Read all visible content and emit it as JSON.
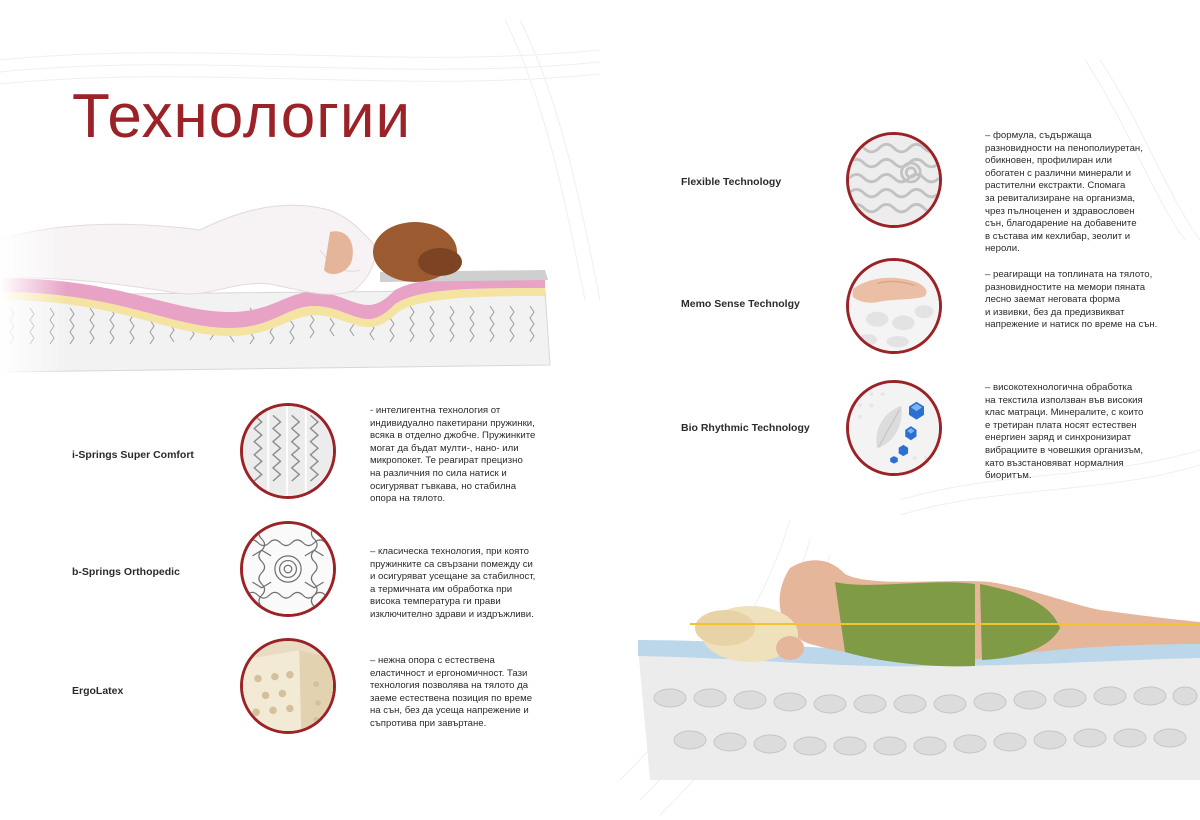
{
  "page_title": "Технологии",
  "colors": {
    "accent": "#9b2226",
    "text": "#2b2b2b",
    "mattress_pink": "#e7a2c6",
    "mattress_blue": "#bcd7ea",
    "body_green": "#7f9b45"
  },
  "left_items": [
    {
      "name": "i-Springs Super Comfort",
      "icon": "pocket-springs-icon",
      "text": "- интелигентна технология от\nиндивидуално пакетирани пружинки,\nвсяка в отделно джобче. Пружинките\nмогат да бъдат мулти-, нано- или\nмикропокет. Те реагират прецизно\nна различния по сила натиск и\nосигуряват гъвкава, но стабилна\nопора на тялото."
    },
    {
      "name": "b-Springs Orthopedic",
      "icon": "bonnell-springs-icon",
      "text": "– класическа технология, при която\nпружинките са свързани помежду си\nи осигуряват усещане за стабилност,\nа термичната им обработка при\nвисока температура ги прави\nизключително здрави и издръжливи."
    },
    {
      "name": "ErgoLatex",
      "icon": "latex-foam-icon",
      "text": "– нежна опора с естествена\nеластичност и ергономичност. Тази\nтехнология позволява на тялото да\nзаеме естествена позиция по време\nна сън, без да усеща напрежение и\nсъпротива при завъртане."
    }
  ],
  "right_items": [
    {
      "name": "Flexible Technology",
      "icon": "profiled-foam-icon",
      "text": "– формула, съдържаща\nразновидности на пенополиуретан,\nобикновен, профилиран или\nобогатен с различни минерали и\nрастителни екстракти. Спомага\nза ревитализиране на организма,\nчрез пълноценен и здравословен\nсън, благодарение на добавените\nв състава им кехлибар, зеолит и\nнероли."
    },
    {
      "name": "Memo Sense Technolgy",
      "icon": "memory-foam-hand-icon",
      "text": "– реагиращи на топлината на тялото,\nразновидностите на мемори пяната\nлесно заемат неговата форма\nи извивки, без да предизвикват\nнапрежение и натиск по време на сън."
    },
    {
      "name": "Bio Rhythmic Technology",
      "icon": "crystal-fabric-icon",
      "text": "– високотехнологична обработка\nна текстила използван във високия\nклас матраци. Минералите, с които\nе третиран плата носят естествен\nенергиен заряд и синхронизират\nвибрациите в човешкия организъм,\nкато възстановяват нормалния\nбиоритъм."
    }
  ]
}
